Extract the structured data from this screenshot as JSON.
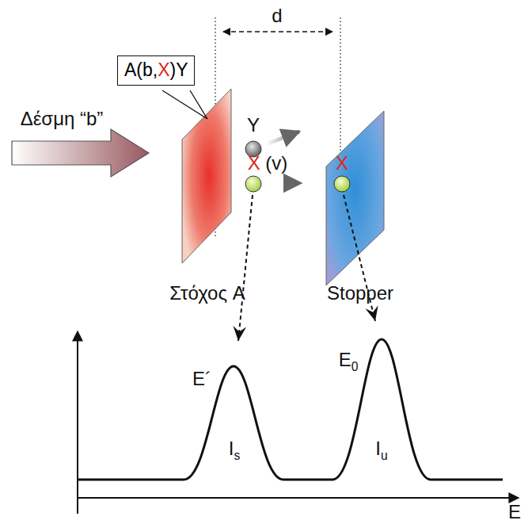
{
  "diagram": {
    "nodes": [
      {
        "text": [
          "A(b,X)Y"
        ]
      }
    ],
    "labels": [
      "d",
      "Δέσμη “b”",
      "Y",
      "X (v)",
      "X",
      "Στόχος A",
      "Stopper",
      "E´",
      "E0",
      "Is",
      "Iu",
      "E"
    ]
  }
}
